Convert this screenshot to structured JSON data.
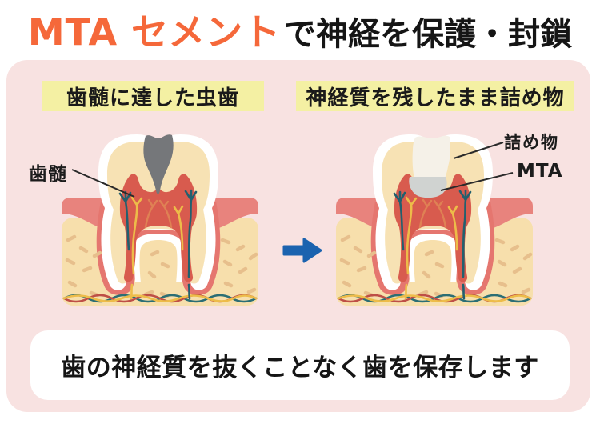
{
  "title": {
    "highlight": "MTA セメント",
    "rest": "で神経を保護・封鎖"
  },
  "panel": {
    "left_caption": "歯髄に達した虫歯",
    "right_caption": "神経質を残したまま詰め物",
    "left_diagram": {
      "label_pulp": "歯髄"
    },
    "right_diagram": {
      "label_filling": "詰め物",
      "label_mta": "MTA"
    },
    "footer": "歯の神経質を抜くことなく歯を保存します"
  },
  "colors": {
    "title_highlight": "#F5683A",
    "title_text": "#151515",
    "panel_background": "#F8E2E1",
    "caption_background": "#F4F0A3",
    "arrow_blue": "#1B63AF",
    "enamel_white": "#FFFFFF",
    "dentin_cream": "#F7E2B4",
    "pulp_red": "#D85B4E",
    "cavity_gray": "#75777A",
    "filling_beige": "#F5F1E8",
    "mta_gray": "#D0D3D1",
    "gum_salmon": "#E8837D",
    "bone_cream": "#F7DFAC",
    "bone_dash": "#E7BF8C",
    "nerve_teal": "#22606E",
    "nerve_yellow": "#EDBC49",
    "nerve_coral": "#DF8154",
    "vessel_red": "#BE4F46"
  }
}
